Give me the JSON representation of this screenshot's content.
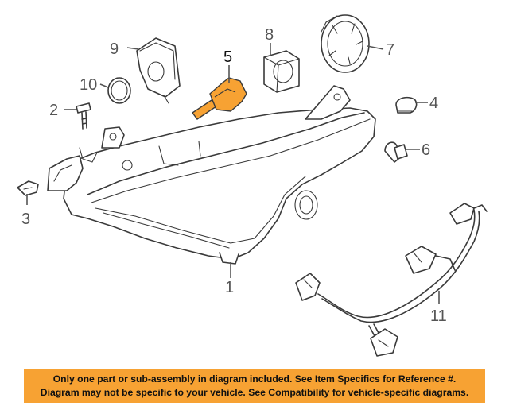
{
  "highlight_color": "#f7a233",
  "callouts": [
    "1",
    "2",
    "3",
    "4",
    "5",
    "6",
    "7",
    "8",
    "9",
    "10",
    "11"
  ],
  "highlighted_callout": "5",
  "notice": {
    "line1": "Only one part or sub-assembly in diagram included. See Item Specifics for Reference #.",
    "line2": "Diagram may not be specific to your vehicle. See Compatibility for vehicle-specific diagrams."
  }
}
